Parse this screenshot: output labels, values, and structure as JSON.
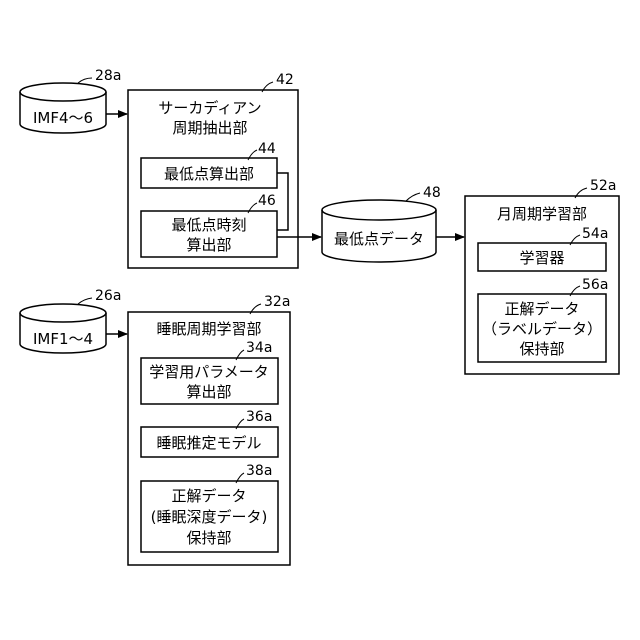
{
  "db_imf4_6": {
    "label": "IMF4～6",
    "ref": "28a"
  },
  "db_imf1_4": {
    "label": "IMF1～4",
    "ref": "26a"
  },
  "circadian_box": {
    "title_line1": "サーカディアン",
    "title_line2": "周期抽出部",
    "ref": "42",
    "min_calc": {
      "label": "最低点算出部",
      "ref": "44"
    },
    "min_time_calc": {
      "line1": "最低点時刻",
      "line2": "算出部",
      "ref": "46"
    }
  },
  "db_min_point": {
    "label": "最低点データ",
    "ref": "48"
  },
  "monthly_box": {
    "title": "月周期学習部",
    "ref": "52a",
    "learner": {
      "label": "学習器",
      "ref": "54a"
    },
    "answer": {
      "line1": "正解データ",
      "line2": "（ラベルデータ）",
      "line3": "保持部",
      "ref": "56a"
    }
  },
  "sleep_box": {
    "title": "睡眠周期学習部",
    "ref": "32a",
    "param_calc": {
      "line1": "学習用パラメータ",
      "line2": "算出部",
      "ref": "34a"
    },
    "model": {
      "label": "睡眠推定モデル",
      "ref": "36a"
    },
    "answer": {
      "line1": "正解データ",
      "line2": "(睡眠深度データ)",
      "line3": "保持部",
      "ref": "38a"
    }
  }
}
